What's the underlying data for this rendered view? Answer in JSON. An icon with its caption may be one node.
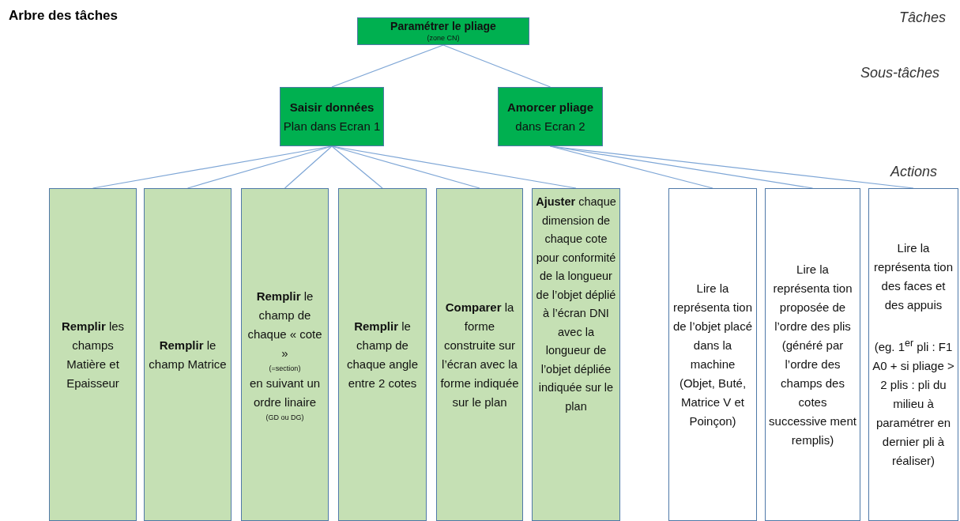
{
  "diagram": {
    "title": "Arbre des tâches",
    "nodes": [
      {
        "text": [
          "Paramétrer le pliage",
          "(zone CN)"
        ]
      },
      {
        "text": [
          "**Saisir données** Plan dans Ecran 1"
        ]
      },
      {
        "text": [
          "**Amorcer pliage** dans Ecran 2"
        ]
      },
      {
        "text": [
          "**Remplir** les champs Matière et Epaisseur"
        ]
      },
      {
        "text": [
          "**Remplir** le champ Matrice"
        ]
      },
      {
        "text": [
          "**Remplir** le champ de chaque « cote »",
          "(=section)",
          "en suivant un ordre linaire",
          "(GD ou DG)"
        ]
      },
      {
        "text": [
          "**Remplir** le champ de chaque angle entre 2 cotes"
        ]
      },
      {
        "text": [
          "**Comparer** la forme construite sur l’écran avec la forme indiquée sur le plan"
        ]
      },
      {
        "text": [
          "**Ajuster** chaque dimension de chaque cote pour conformité de la longueur de l’objet déplié à l’écran DNI avec la longueur de l’objet dépliée indiquée sur le plan"
        ]
      },
      {
        "text": [
          "Lire la représenta tion de l’objet placé dans la machine (Objet, Buté, Matrice V et Poinçon)"
        ]
      },
      {
        "text": [
          "Lire la représenta tion proposée de l’ordre des plis (généré par l’ordre des champs des cotes successive ment remplis)"
        ]
      },
      {
        "text": [
          "Lire la représenta tion des faces et des appuis",
          "(eg. 1$^{er}$ pli : F1 A0 + si pliage > 2 plis : pli du milieu à paramétrer en dernier pli à réaliser)"
        ]
      }
    ],
    "edges": [
      {
        "from": 0,
        "to": 1,
        "arrow": "none"
      },
      {
        "from": 0,
        "to": 2,
        "arrow": "none"
      },
      {
        "from": 1,
        "to": 3,
        "arrow": "none"
      },
      {
        "from": 1,
        "to": 4,
        "arrow": "none"
      },
      {
        "from": 1,
        "to": 5,
        "arrow": "none"
      },
      {
        "from": 1,
        "to": 6,
        "arrow": "none"
      },
      {
        "from": 1,
        "to": 7,
        "arrow": "none"
      },
      {
        "from": 1,
        "to": 8,
        "arrow": "none"
      },
      {
        "from": 2,
        "to": 9,
        "arrow": "none"
      },
      {
        "from": 2,
        "to": 10,
        "arrow": "none"
      },
      {
        "from": 2,
        "to": 11,
        "arrow": "none"
      }
    ],
    "labels": [
      "Tâches",
      "Sous-tâches",
      "Actions"
    ]
  }
}
